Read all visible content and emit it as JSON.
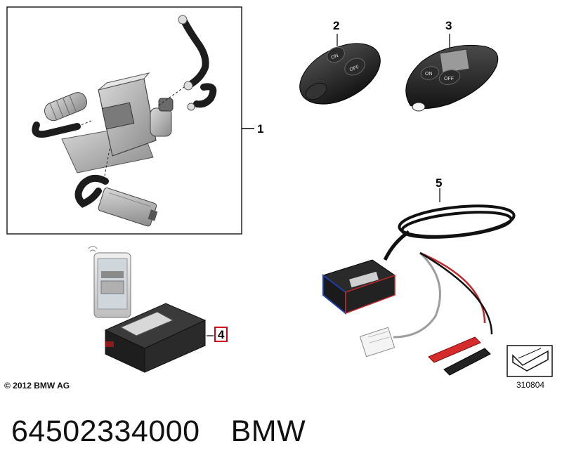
{
  "diagram": {
    "callouts": {
      "c1": "1",
      "c2": "2",
      "c3": "3",
      "c4": "4",
      "c5": "5"
    },
    "remote_buttons": {
      "on": "ON",
      "off": "OFF"
    },
    "copyright": "© 2012 BMW AG",
    "reference_number": "310804",
    "highlight_color": "#d0021b"
  },
  "footer": {
    "part_number": "64502334000",
    "brand": "BMW"
  }
}
